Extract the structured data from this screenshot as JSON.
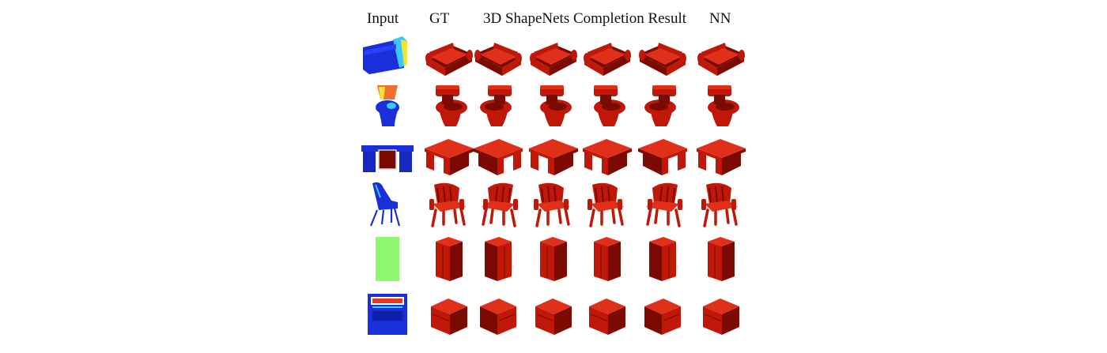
{
  "figure": {
    "headers": {
      "input": "Input",
      "gt": "GT",
      "completion": "3D ShapeNets Completion Result",
      "nn": "NN"
    },
    "colors": {
      "mesh_red": "#c01808",
      "mesh_dark": "#7a0a02",
      "mesh_light": "#e0301a",
      "depth_blue": "#1a2fd8",
      "depth_cyan": "#37c9ff",
      "depth_orange": "#f07030",
      "depth_green": "#8ff870",
      "depth_yellow": "#f7e23b"
    },
    "rows": [
      {
        "object": "sofa",
        "input_icon": "sofa-depth-icon",
        "shape_icon": "sofa-mesh-icon"
      },
      {
        "object": "toilet",
        "input_icon": "toilet-depth-icon",
        "shape_icon": "toilet-mesh-icon"
      },
      {
        "object": "desk",
        "input_icon": "desk-depth-icon",
        "shape_icon": "desk-mesh-icon"
      },
      {
        "object": "chair",
        "input_icon": "chair-depth-icon",
        "shape_icon": "chair-mesh-icon"
      },
      {
        "object": "cabinet",
        "input_icon": "cabinet-depth-icon",
        "shape_icon": "cabinet-mesh-icon"
      },
      {
        "object": "dresser",
        "input_icon": "dresser-depth-icon",
        "shape_icon": "dresser-mesh-icon"
      }
    ],
    "columns": [
      "input",
      "gt",
      "result-1",
      "result-2",
      "result-3",
      "result-4",
      "nn"
    ]
  }
}
